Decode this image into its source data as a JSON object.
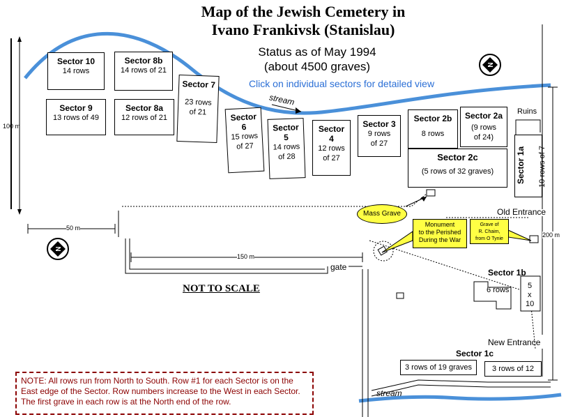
{
  "title": {
    "line1": "Map of the Jewish Cemetery in",
    "line2": "Ivano Frankivsk (Stanislau)"
  },
  "status": {
    "line1": "Status as of May 1994",
    "line2": "(about 4500 graves)"
  },
  "instruction": "Click on individual sectors for detailed view",
  "sectors": {
    "s10": {
      "name": "Sector 10",
      "rows": "14 rows"
    },
    "s8b": {
      "name": "Sector 8b",
      "rows": "14 rows of 21"
    },
    "s9": {
      "name": "Sector 9",
      "rows": "13 rows of 49"
    },
    "s8a": {
      "name": "Sector 8a",
      "rows": "12 rows of 21"
    },
    "s7": {
      "name": "Sector 7",
      "rows1": "23 rows",
      "rows2": "of 21"
    },
    "s6": {
      "name1": "Sector",
      "name2": "6",
      "rows1": "15 rows",
      "rows2": "of 27"
    },
    "s5": {
      "name1": "Sector",
      "name2": "5",
      "rows1": "14 rows",
      "rows2": "of 28"
    },
    "s4": {
      "name1": "Sector",
      "name2": "4",
      "rows1": "12 rows",
      "rows2": "of 27"
    },
    "s3": {
      "name": "Sector 3",
      "rows1": "9 rows",
      "rows2": "of 27"
    },
    "s2b": {
      "name": "Sector 2b",
      "rows": "8 rows"
    },
    "s2a": {
      "name": "Sector 2a",
      "rows1": "(9 rows",
      "rows2": "of 24)"
    },
    "s2c": {
      "name": "Sector 2c",
      "rows": "(5 rows of 32 graves)"
    },
    "s1a": {
      "name": "Sector 1a",
      "rows": "10 rows of 7"
    },
    "s1b": {
      "name": "Sector 1b",
      "rows_a": "6 rows",
      "rows_b1": "5",
      "rows_b2": "x",
      "rows_b3": "10"
    },
    "s1c": {
      "name": "Sector 1c",
      "rows_a": "3 rows of 19 graves",
      "rows_b": "3 rows of 12"
    }
  },
  "labels": {
    "ruins": "Ruins",
    "old_entrance": "Old Entrance",
    "new_entrance": "New Entrance",
    "gate": "gate",
    "stream_upper": "stream",
    "stream_lower": "stream",
    "mass_grave": "Mass Grave",
    "monument1": "Monument",
    "monument2": "to the Perished",
    "monument3": "During the War",
    "grave1": "Grave of",
    "grave2": "R. Chaim,",
    "grave3": "from O Tynie",
    "not_to_scale": "NOT TO SCALE",
    "dim_100": "100 m",
    "dim_50": "50 m",
    "dim_150": "150 m",
    "dim_200": "200 m",
    "compass": "N"
  },
  "note": "NOTE: All rows run from North to South. Row #1 for each Sector is on the East edge of the Sector. Row numbers increase to the West in each Sector. The first grave in each row is at the North end of the row.",
  "colors": {
    "stream": "#4a90d9",
    "instruction": "#2b6fd6",
    "callout": "#ffff44",
    "note_border": "#8b0000"
  }
}
